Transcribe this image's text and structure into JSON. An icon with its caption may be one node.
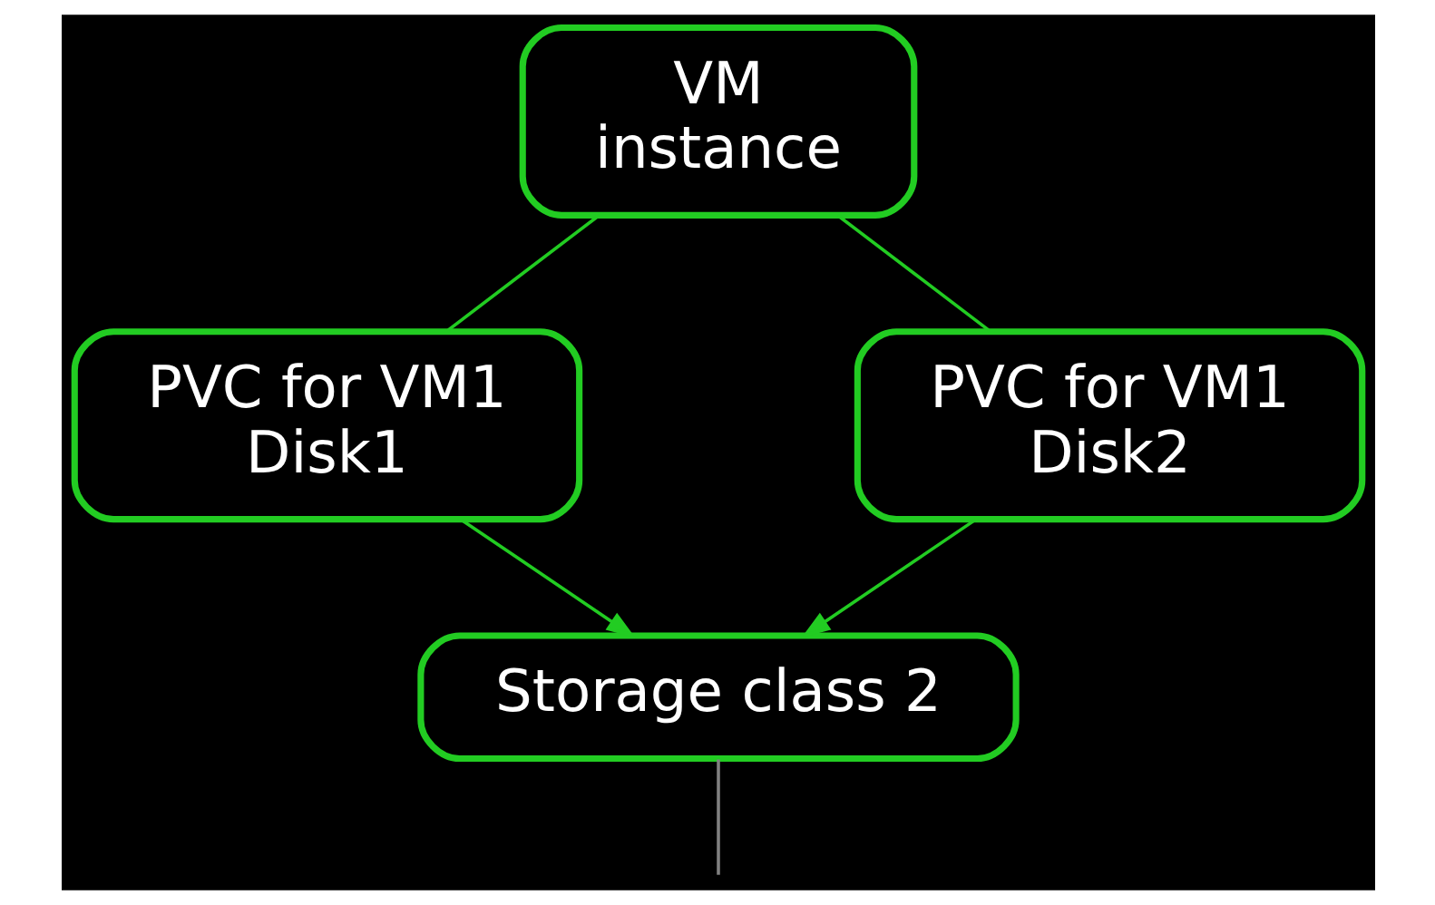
{
  "diagram": {
    "nodes": [
      {
        "text": [
          "VM instance"
        ]
      },
      {
        "text": [
          "PVC for VM1 Disk1"
        ]
      },
      {
        "text": [
          "PVC for VM1 Disk2"
        ]
      },
      {
        "text": [
          "Storage class 2"
        ]
      }
    ],
    "edges": [
      {
        "from": 0,
        "to": 1,
        "arrow": "none"
      },
      {
        "from": 0,
        "to": 2,
        "arrow": "none"
      },
      {
        "from": 1,
        "to": 3,
        "arrow": "to"
      },
      {
        "from": 2,
        "to": 3,
        "arrow": "to"
      },
      {
        "from": 3,
        "to": null,
        "arrow": "none",
        "color": "#808080"
      }
    ]
  }
}
